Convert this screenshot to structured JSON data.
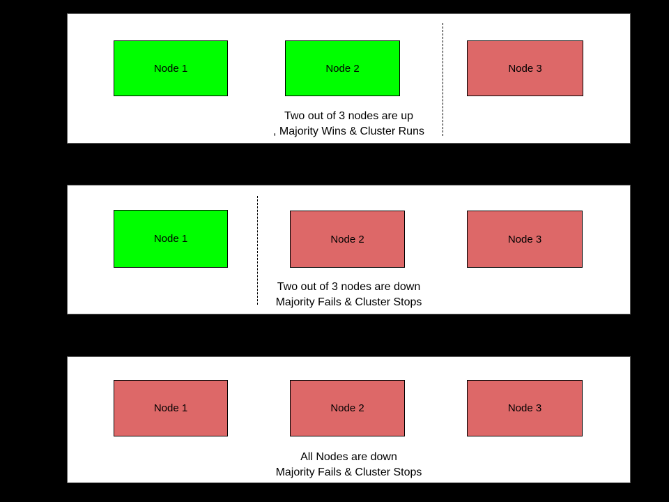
{
  "colors": {
    "background": "#000000",
    "panel_bg": "#ffffff",
    "panel_border": "#595959",
    "node_up": "#00ff00",
    "node_down": "#dd6868",
    "node_border": "#000000",
    "text": "#000000"
  },
  "panels": [
    {
      "scenario": "two-nodes-up",
      "nodes": [
        {
          "label": "Node 1",
          "status": "up"
        },
        {
          "label": "Node 2",
          "status": "up"
        },
        {
          "label": "Node 3",
          "status": "down"
        }
      ],
      "divider_position": "between-node2-and-node3",
      "caption_line1": "Two out of 3 nodes are up",
      "caption_line2": ", Majority Wins & Cluster Runs"
    },
    {
      "scenario": "two-nodes-down",
      "nodes": [
        {
          "label": "Node 1",
          "status": "up"
        },
        {
          "label": "Node 2",
          "status": "down"
        },
        {
          "label": "Node 3",
          "status": "down"
        }
      ],
      "divider_position": "between-node1-and-node2",
      "caption_line1": "Two out of 3 nodes are down",
      "caption_line2": "Majority Fails & Cluster Stops"
    },
    {
      "scenario": "all-nodes-down",
      "nodes": [
        {
          "label": "Node 1",
          "status": "down"
        },
        {
          "label": "Node 2",
          "status": "down"
        },
        {
          "label": "Node 3",
          "status": "down"
        }
      ],
      "divider_position": "none",
      "caption_line1": "All Nodes are down",
      "caption_line2": "Majority Fails & Cluster Stops"
    }
  ]
}
